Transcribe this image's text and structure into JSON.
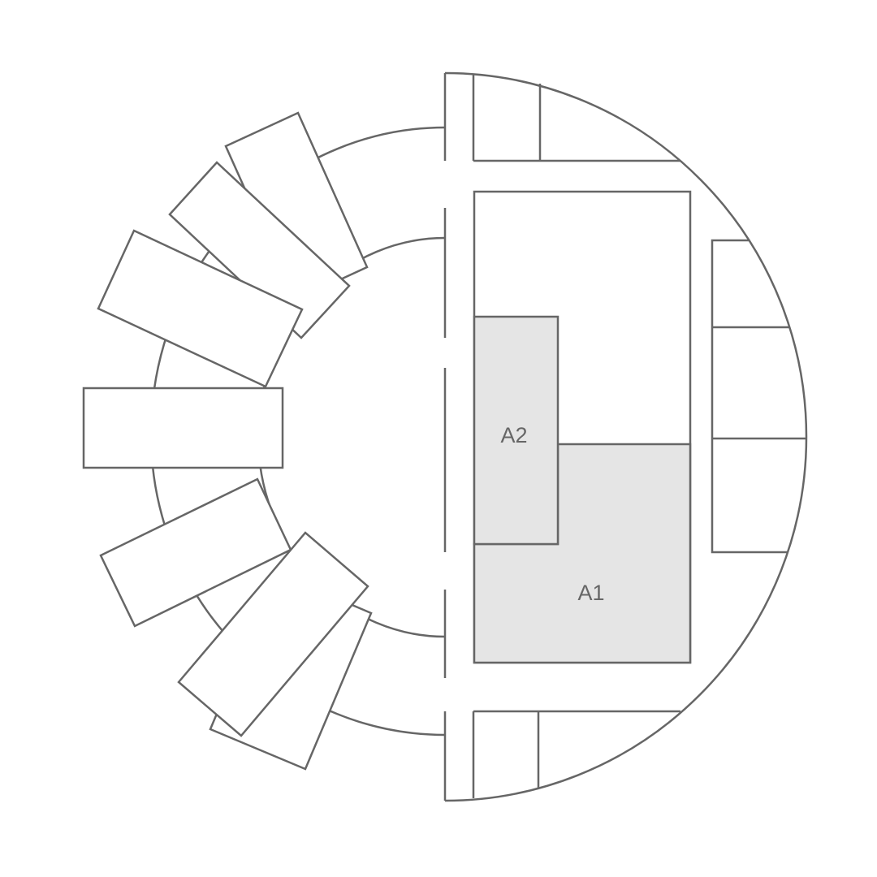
{
  "plan": {
    "stroke_color": "#666666",
    "zone_fill_color": "#e5e5e5",
    "background_color": "#ffffff",
    "zones": [
      {
        "id": "A1",
        "label": "A1"
      },
      {
        "id": "A2",
        "label": "A2"
      }
    ]
  }
}
